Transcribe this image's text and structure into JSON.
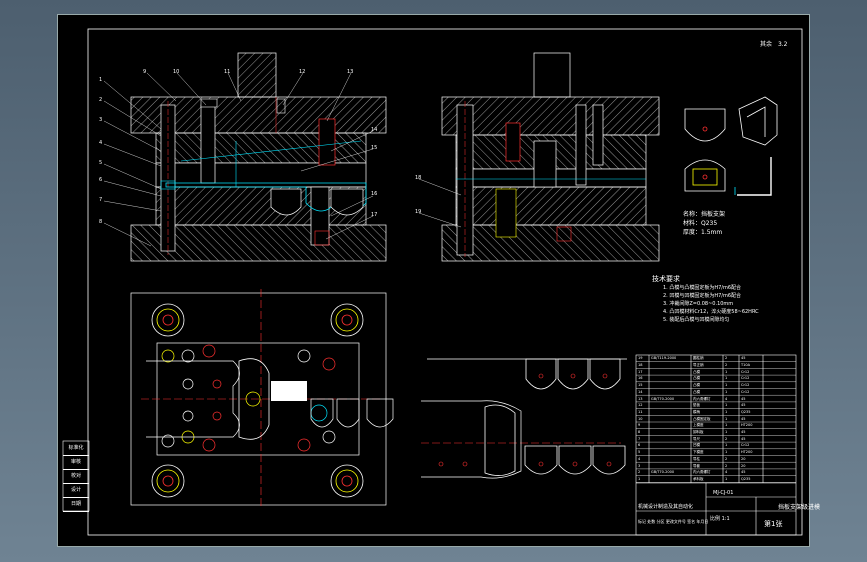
{
  "sheet": {
    "roughness_label": "其余",
    "roughness_value": "3.2"
  },
  "part_info": {
    "name_label": "名称：",
    "name_value": "挡板支架",
    "material_label": "材料：",
    "material_value": "Q235",
    "thickness_label": "厚度：",
    "thickness_value": "1.5mm"
  },
  "tech_requirements": {
    "title": "技术要求",
    "items": [
      "1. 凸模与凸模固定板为H7/m6配合",
      "2. 凹模与凹模固定板为H7/m6配合",
      "3. 冲裁间隙Z=0.08~0.10mm",
      "4. 凸凹模材料Cr12，淬火硬度58~62HRC",
      "5. 装配后凸模与凹模间隙均匀"
    ]
  },
  "part_labels": [
    "1",
    "2",
    "3",
    "4",
    "5",
    "6",
    "7",
    "8",
    "9",
    "10",
    "11",
    "12",
    "13",
    "14",
    "15",
    "16",
    "17",
    "18",
    "19"
  ],
  "left_column": [
    "标准化",
    "审核",
    "校对",
    "设计",
    "日期"
  ],
  "bom_rows": [
    [
      "19",
      "GB/T119-2000",
      "圆柱销",
      "2",
      "45"
    ],
    [
      "18",
      "",
      "导正销",
      "2",
      "T10A"
    ],
    [
      "17",
      "",
      "凸模",
      "1",
      "Cr12"
    ],
    [
      "16",
      "",
      "凸模",
      "1",
      "Cr12"
    ],
    [
      "15",
      "",
      "凸模",
      "1",
      "Cr12"
    ],
    [
      "14",
      "",
      "凸模",
      "1",
      "Cr12"
    ],
    [
      "13",
      "GB/T70-2000",
      "内六角螺钉",
      "4",
      "45"
    ],
    [
      "12",
      "",
      "垫板",
      "1",
      "45"
    ],
    [
      "11",
      "",
      "模柄",
      "1",
      "Q235"
    ],
    [
      "10",
      "",
      "凸模固定板",
      "1",
      "45"
    ],
    [
      "9",
      "",
      "上模座",
      "1",
      "HT200"
    ],
    [
      "8",
      "",
      "卸料板",
      "1",
      "45"
    ],
    [
      "7",
      "",
      "导尺",
      "2",
      "45"
    ],
    [
      "6",
      "",
      "凹模",
      "1",
      "Cr12"
    ],
    [
      "5",
      "",
      "下模座",
      "1",
      "HT200"
    ],
    [
      "4",
      "",
      "导柱",
      "2",
      "20"
    ],
    [
      "3",
      "",
      "导套",
      "2",
      "20"
    ],
    [
      "2",
      "GB/T70-2000",
      "内六角螺钉",
      "4",
      "45"
    ],
    [
      "1",
      "",
      "承料板",
      "1",
      "Q235"
    ]
  ],
  "title_block": {
    "drawing_no": "MJ-CJ-01",
    "title": "挡板支架级进模",
    "school": "机械设计制造及其自动化",
    "scale_label": "比例",
    "scale": "1:1",
    "sheet_label": "第1张",
    "col_labels": [
      "标记",
      "处数",
      "分区",
      "更改文件号",
      "签名",
      "年月日"
    ]
  },
  "colors": {
    "background": "#000000",
    "line": "#ffffff",
    "hatch": "#ffffff",
    "centerline": "#ff3030",
    "section": "#00e5ff",
    "accent": "#ffff00",
    "frame_outer": "#6f8393"
  }
}
